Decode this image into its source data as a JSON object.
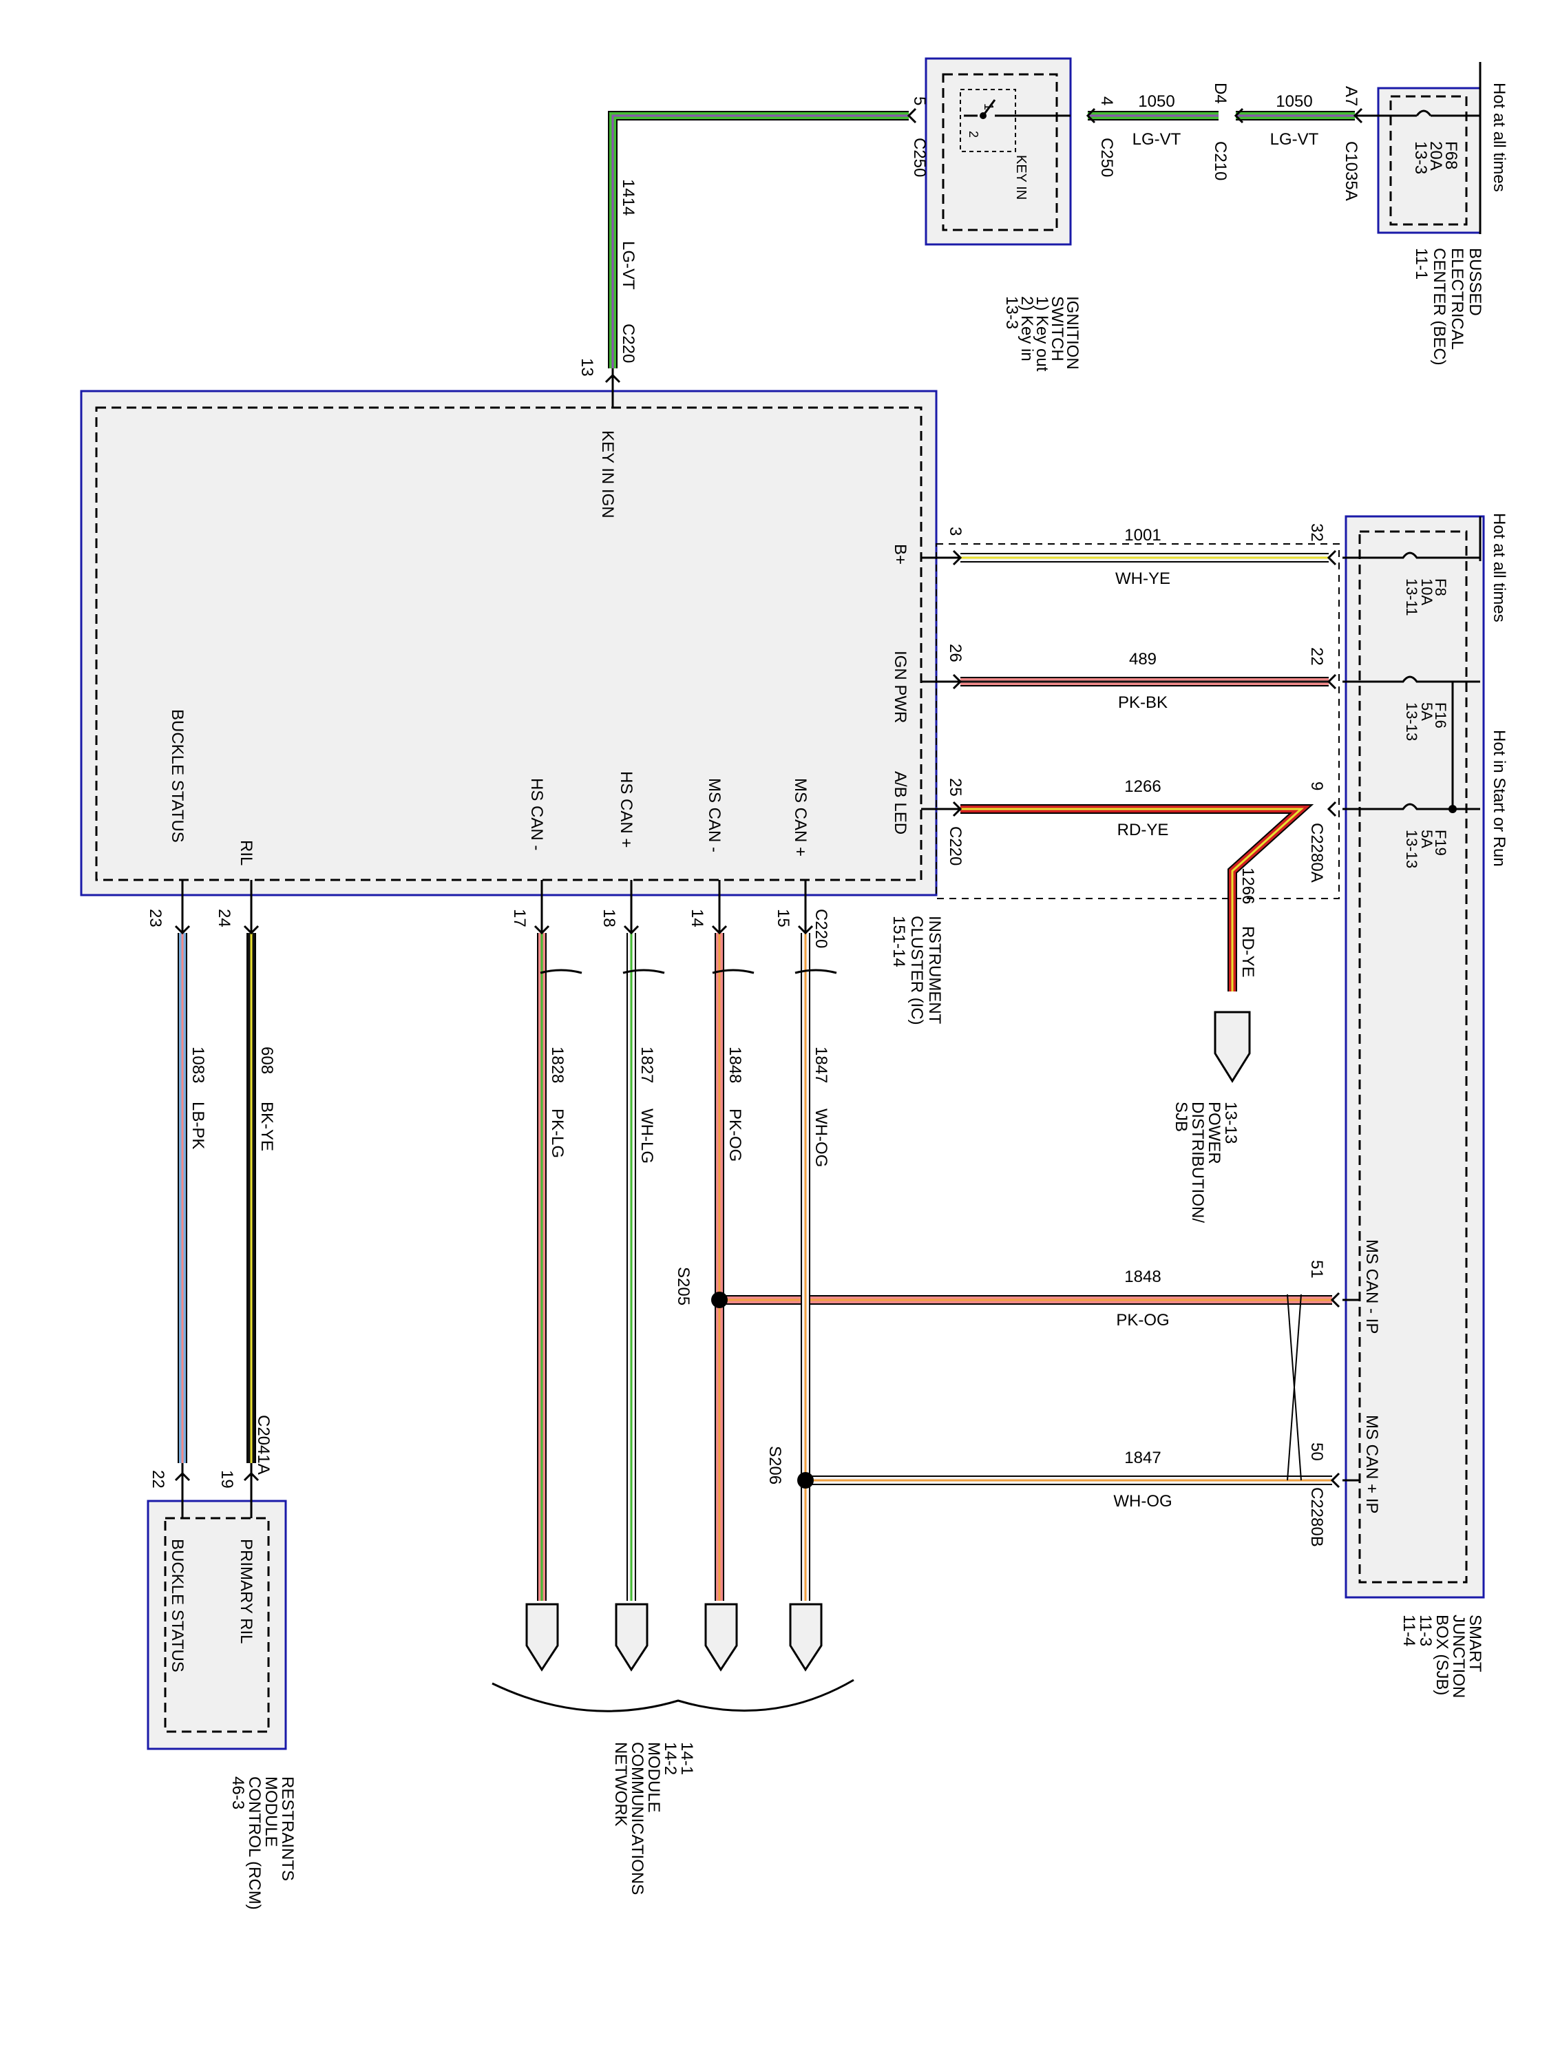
{
  "colors": {
    "module_border": "#1a1aa8",
    "module_fill": "#f0f0f0",
    "wire_LG": "#44bb33",
    "wire_VT": "#8a55b0",
    "wire_WH": "#f4f4f4",
    "wire_YE": "#e8e030",
    "wire_PK": "#f08a8a",
    "wire_BK": "#111111",
    "wire_RD": "#d02020",
    "wire_OG": "#f0a040",
    "wire_LB": "#7ab0e0"
  },
  "power_sources": {
    "bec_hot": "Hot at all times",
    "sjb_hot_always": "Hot at all times",
    "sjb_hot_start_run": "Hot in Start or Run"
  },
  "modules": {
    "bec": {
      "title_lines": [
        "BUSSED",
        "ELECTRICAL",
        "CENTER (BEC)",
        "11-1"
      ],
      "fuse": [
        "F68",
        "20A",
        "13-3"
      ],
      "connector": "C1035A",
      "pin": "A7"
    },
    "ignition_switch": {
      "title_lines": [
        "IGNITION",
        "SWITCH",
        "1) Key out",
        "2) Key in",
        "13-3"
      ],
      "inner_label": "KEY IN",
      "contacts": [
        "1",
        "2"
      ],
      "left_pin": "5",
      "left_connector": "C250",
      "right_pin": "4",
      "right_connector": "C250"
    },
    "inline_c210": {
      "pin": "D4",
      "connector": "C210"
    },
    "instrument_cluster": {
      "title_lines": [
        "INSTRUMENT",
        "CLUSTER (IC)",
        "151-14"
      ],
      "inputs": {
        "key_in_ign": "KEY IN IGN",
        "b_plus": "B+",
        "ign_pwr": "IGN PWR",
        "ab_led": "A/B LED",
        "ms_can_plus": "MS CAN +",
        "ms_can_minus": "MS CAN -",
        "hs_can_plus": "HS CAN +",
        "hs_can_minus": "HS CAN -",
        "ril": "RIL",
        "buckle_status": "BUCKLE STATUS"
      },
      "pins": {
        "key_in_ign": "13",
        "b_plus": "3",
        "ign_pwr": "26",
        "ab_led": "25",
        "ms_can_plus": "15",
        "ms_can_minus": "14",
        "hs_can_plus": "18",
        "hs_can_minus": "17",
        "ril": "24",
        "buckle_status": "23"
      },
      "connector_right": "C220",
      "connector_top": "C220",
      "connector_bottom": "C220"
    },
    "sjb": {
      "title_lines": [
        "SMART",
        "JUNCTION",
        "BOX (SJB)",
        "11-3",
        "11-4"
      ],
      "fuses": [
        {
          "name": "F8",
          "rating": "10A",
          "ref": "13-11",
          "pin": "32"
        },
        {
          "name": "F16",
          "rating": "5A",
          "ref": "13-13",
          "pin": "22"
        },
        {
          "name": "F19",
          "rating": "5A",
          "ref": "13-13",
          "pin": "9"
        }
      ],
      "connector_a": "C2280A",
      "connector_b": "C2280B",
      "ms_can_minus_ip": "MS CAN - IP",
      "ms_can_plus_ip": "MS CAN + IP",
      "pin_ms_can_minus": "51",
      "pin_ms_can_plus": "50"
    },
    "rcm": {
      "title_lines": [
        "RESTRAINTS",
        "MODULE",
        "CONTROL (RCM)",
        "46-3"
      ],
      "primary_ril": "PRIMARY RIL",
      "buckle_status": "BUCKLE STATUS",
      "connector": "C2041A",
      "pin_primary_ril": "19",
      "pin_buckle_status": "22"
    },
    "power_distribution": {
      "lines": [
        "13-13",
        "POWER",
        "DISTRIBUTION/",
        "SJB"
      ]
    },
    "network": {
      "lines": [
        "14-1",
        "14-2",
        "MODULE",
        "COMMUNICATIONS",
        "NETWORK"
      ]
    }
  },
  "wires": {
    "w1050a": {
      "circuit": "1050",
      "color": "LG-VT"
    },
    "w1050b": {
      "circuit": "1050",
      "color": "LG-VT"
    },
    "w1414": {
      "circuit": "1414",
      "color": "LG-VT"
    },
    "w1001": {
      "circuit": "1001",
      "color": "WH-YE"
    },
    "w489": {
      "circuit": "489",
      "color": "PK-BK"
    },
    "w1266": {
      "circuit": "1266",
      "color": "RD-YE"
    },
    "w1266b": {
      "circuit": "1266",
      "color": "RD-YE"
    },
    "w1848_sjb": {
      "circuit": "1848",
      "color": "PK-OG"
    },
    "w1847_sjb": {
      "circuit": "1847",
      "color": "WH-OG"
    },
    "w1847": {
      "circuit": "1847",
      "color": "WH-OG"
    },
    "w1848": {
      "circuit": "1848",
      "color": "PK-OG"
    },
    "w1827": {
      "circuit": "1827",
      "color": "WH-LG"
    },
    "w1828": {
      "circuit": "1828",
      "color": "PK-LG"
    },
    "w608": {
      "circuit": "608",
      "color": "BK-YE"
    },
    "w1083": {
      "circuit": "1083",
      "color": "LB-PK"
    }
  },
  "splices": {
    "s205": "S205",
    "s206": "S206"
  }
}
